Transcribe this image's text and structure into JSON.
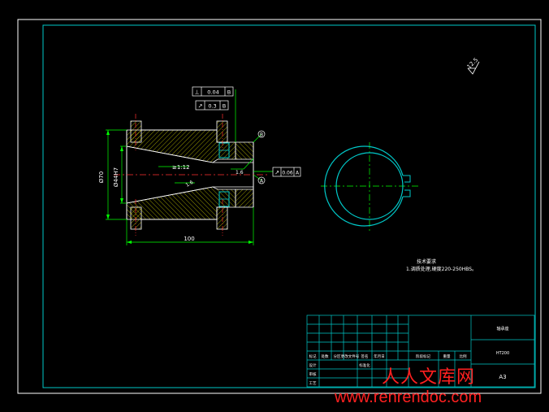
{
  "drawing": {
    "tolerances": [
      {
        "symbol": "⊥",
        "value": "0.04",
        "datum": "B"
      },
      {
        "symbol": "↗",
        "value": "0.3",
        "datum": "B"
      },
      {
        "symbol": "↗",
        "value": "0.06",
        "datum": "A"
      }
    ],
    "surface_roughness": "12.5",
    "datum_b_marker": "B",
    "datum_a_marker": "A",
    "dim_outer_diameter": "Ø70",
    "dim_bore": "Ø44H7",
    "dim_taper": "≥1:12",
    "dim_chamfer": "1.6",
    "dim_chamfer_2": "1.6",
    "dim_length": "100",
    "notes_title": "技术要求",
    "notes_line": "1.调质处理,硬度220-250HBS。"
  },
  "title_block": {
    "part_name": "轴承座",
    "material": "HT200",
    "scale_label": "比例",
    "sheet_size": "A3",
    "grid_labels": [
      "标记",
      "处数",
      "分区",
      "更改文件号",
      "签名",
      "年月日",
      "设计",
      "标准化",
      "阶段标记",
      "重量",
      "比例",
      "审核",
      "工艺"
    ]
  },
  "watermark": {
    "cn": "人人文库网",
    "url": "www.renrendoc.com"
  },
  "colors": {
    "border": "#ffffff",
    "frame": "#00c8c8",
    "geometry": "#ffffff",
    "dimension": "#00ff00",
    "centerline": "#ff3030",
    "hatch": "#ffff00",
    "annotation": "#ffffff",
    "watermark": "#ff2020"
  }
}
